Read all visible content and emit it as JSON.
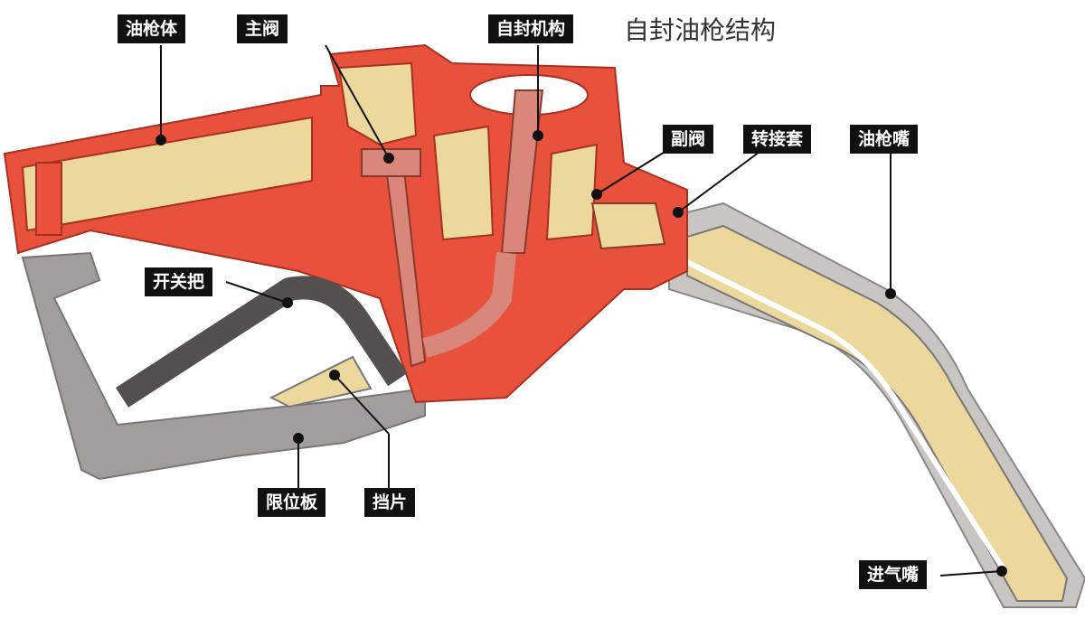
{
  "title": "自封油枪结构",
  "labels": {
    "gun_body": "油枪体",
    "main_valve": "主阀",
    "self_seal": "自封机构",
    "aux_valve": "副阀",
    "adapter": "转接套",
    "nozzle": "油枪嘴",
    "handle": "开关把",
    "limit_plate": "限位板",
    "baffle": "挡片",
    "air_inlet": "进气嘴"
  },
  "colors": {
    "red": "#e8513b",
    "tan": "#ecd79c",
    "gray": "#a39d9b",
    "dark": "#555050",
    "pink": "#d9877a"
  }
}
